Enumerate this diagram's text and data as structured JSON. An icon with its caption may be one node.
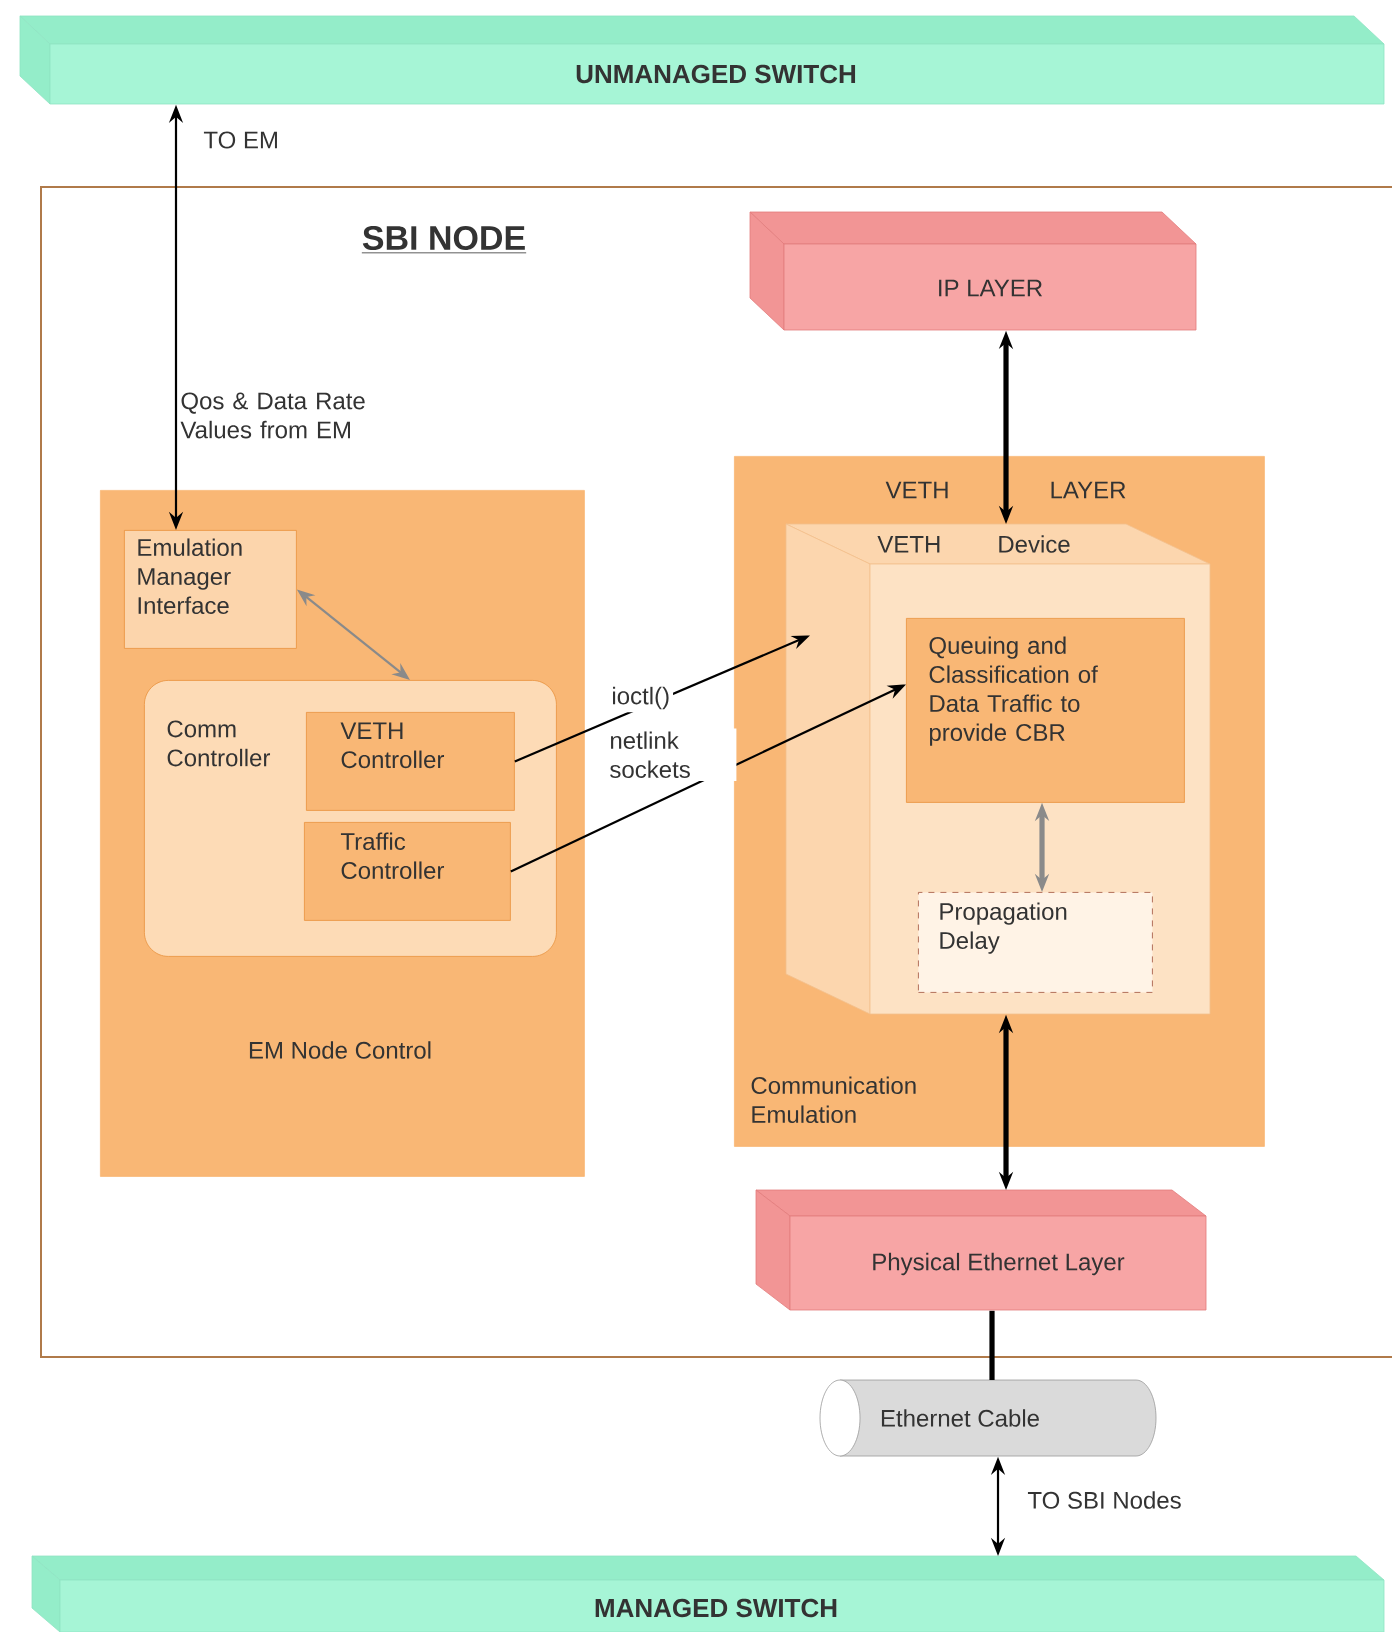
{
  "diagram": {
    "nodes": [
      {
        "text": [
          "UNMANAGED SWITCH"
        ]
      },
      {
        "text": [
          "SBI NODE"
        ]
      },
      {
        "text": [
          "IP LAYER"
        ],
        "in": 1
      },
      {
        "text": [
          "EM Node Control"
        ],
        "in": 1
      },
      {
        "text": [
          "Emulation Manager Interface"
        ],
        "in": 3
      },
      {
        "text": [
          "Comm Controller"
        ],
        "in": 3
      },
      {
        "text": [
          "VETH Controller"
        ],
        "in": 5
      },
      {
        "text": [
          "Traffic Controller"
        ],
        "in": 5
      },
      {
        "text": [
          "VETH LAYER",
          "Communication Emulation"
        ],
        "in": 1
      },
      {
        "text": [
          "VETH Device"
        ],
        "in": 8
      },
      {
        "text": [
          "Queuing and Classification of Data Traffic to provide CBR"
        ],
        "in": 9
      },
      {
        "text": [
          "Propagation Delay"
        ],
        "in": 9
      },
      {
        "text": [
          "Physical Ethernet Layer"
        ],
        "in": 1
      },
      {
        "text": [
          "Ethernet Cable"
        ]
      },
      {
        "text": [
          "MANAGED SWITCH"
        ]
      }
    ],
    "edges": [
      {
        "from": 0,
        "to": 4,
        "arrow": "both",
        "label": "TO EM"
      },
      {
        "from": 4,
        "to": 5,
        "arrow": "both",
        "color": "#8a8a8a"
      },
      {
        "from": 6,
        "to": 9,
        "arrow": "to",
        "label": "ioctl()"
      },
      {
        "from": 7,
        "to": 10,
        "arrow": "to",
        "label": "netlink sockets"
      },
      {
        "from": 2,
        "to": 9,
        "arrow": "both",
        "style": "thick"
      },
      {
        "from": 10,
        "to": 11,
        "arrow": "both",
        "style": "thick",
        "color": "#8a8a8a"
      },
      {
        "from": 9,
        "to": 12,
        "arrow": "both",
        "style": "thick"
      },
      {
        "from": 12,
        "to": 13,
        "arrow": "none",
        "style": "thick"
      },
      {
        "from": 13,
        "to": 14,
        "arrow": "both",
        "label": "TO SBI Nodes"
      }
    ],
    "labels": [
      "Qos & Data Rate Values from EM"
    ]
  }
}
